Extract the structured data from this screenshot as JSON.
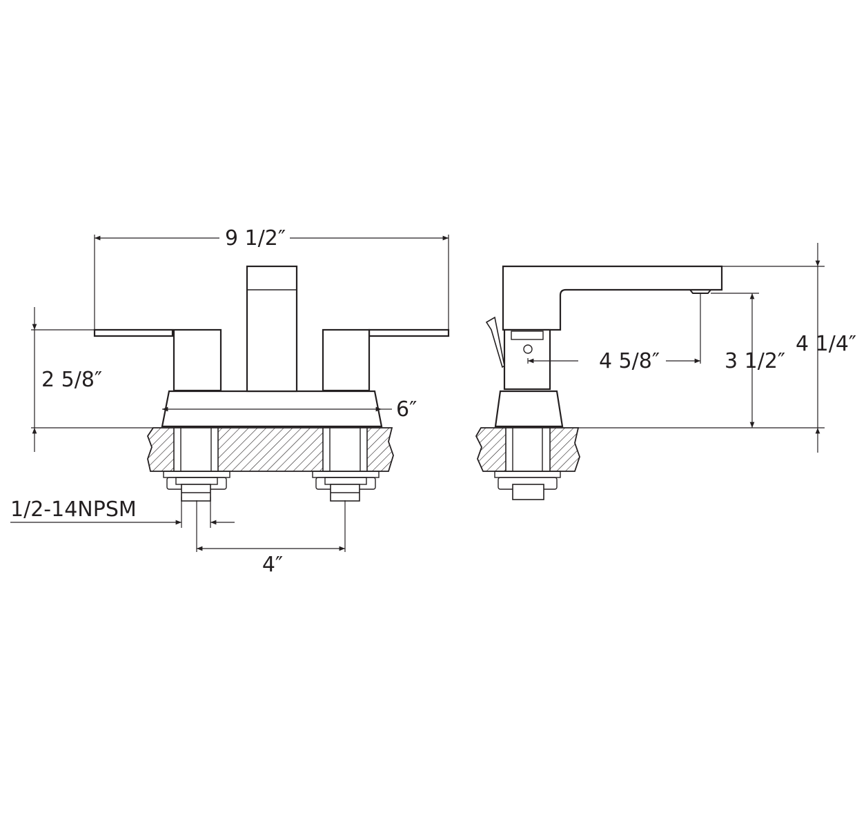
{
  "front_view": {
    "overall_width": "9 1/2″",
    "handle_height": "2 5/8″",
    "base_width": "6″",
    "thread_spec": "1/2-14NPSM",
    "center_spacing": "4″"
  },
  "side_view": {
    "spout_reach": "4 5/8″",
    "spout_height": "3 1/2″",
    "overall_height": "4 1/4″"
  },
  "colors": {
    "line": "#231f20",
    "background": "#ffffff"
  }
}
